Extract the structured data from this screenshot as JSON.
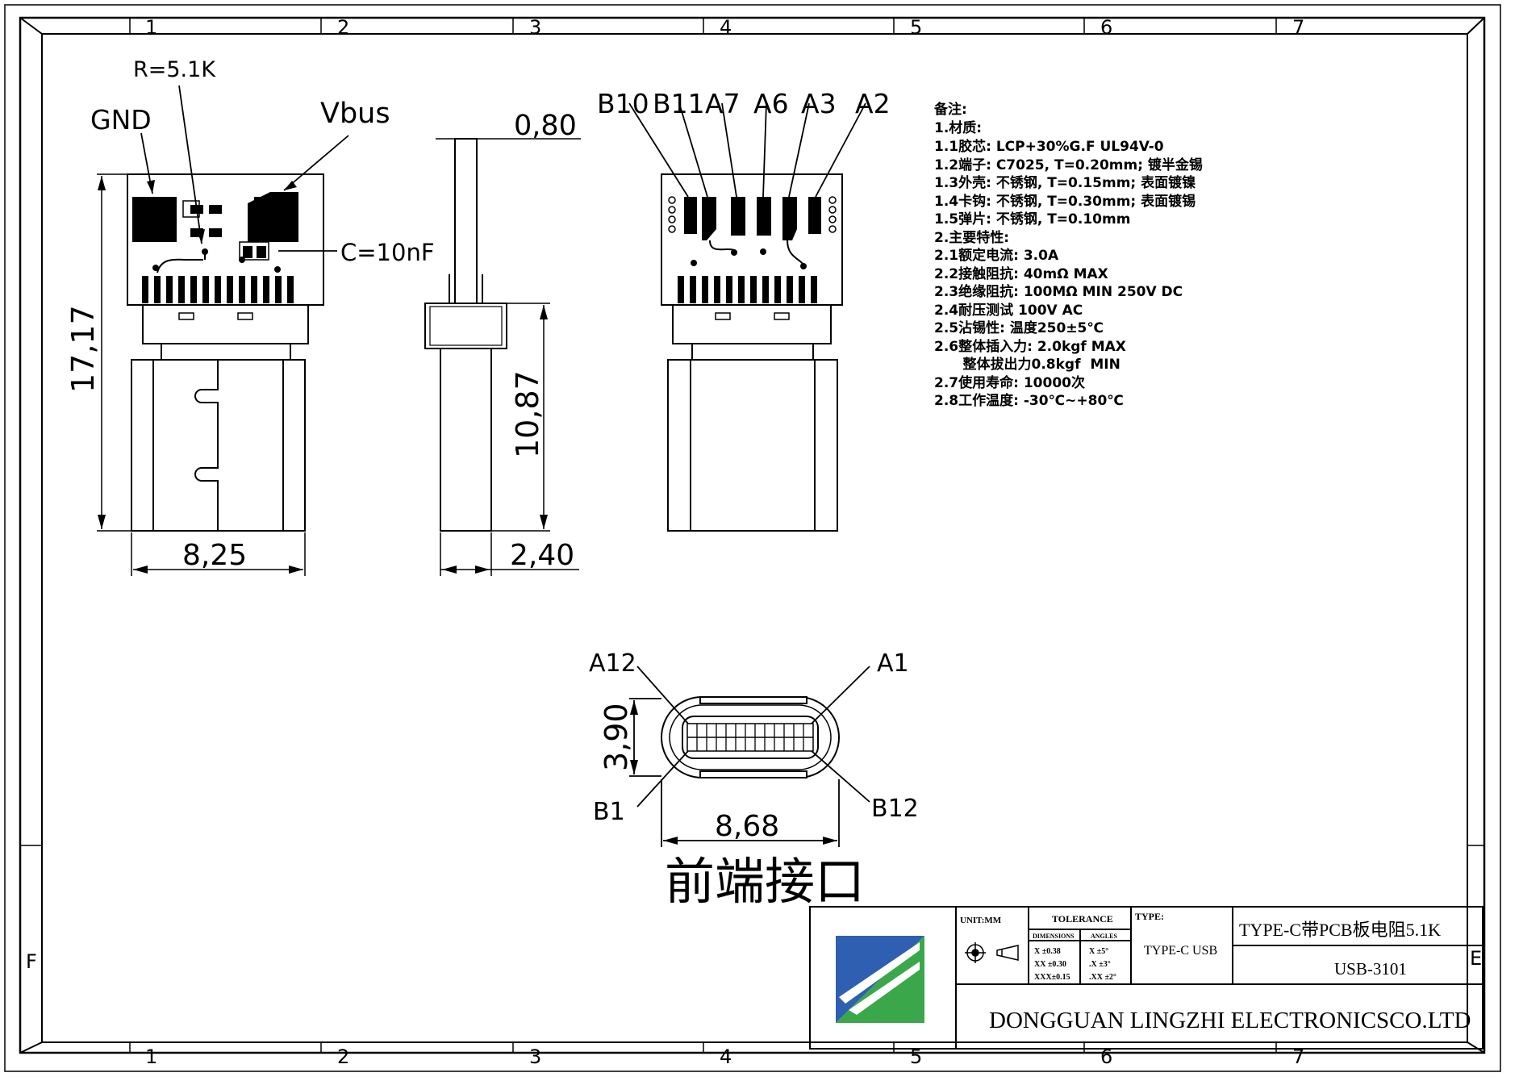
{
  "frame": {
    "zones_top": [
      "1",
      "2",
      "3",
      "4",
      "5",
      "6",
      "7"
    ],
    "zones_bottom": [
      "1",
      "2",
      "3",
      "4",
      "5",
      "6",
      "7"
    ],
    "row_left": "F",
    "row_right": "E"
  },
  "pcb_view": {
    "labels": {
      "r": "R=5.1K",
      "gnd": "GND",
      "vbus": "Vbus",
      "cap": "C=10nF"
    },
    "dims": {
      "height": "17,17",
      "width": "8,25"
    }
  },
  "side_view": {
    "dims": {
      "thickness": "0,80",
      "length": "10,87",
      "body": "2,40"
    }
  },
  "contact_view": {
    "pins": [
      "B10",
      "B11",
      "A7",
      "A6",
      "A3",
      "A2"
    ]
  },
  "front_view": {
    "labels": {
      "a12": "A12",
      "a1": "A1",
      "b1": "B1",
      "b12": "B12"
    },
    "dims": {
      "height": "3,90",
      "width": "8,68"
    },
    "caption": "前端接口"
  },
  "notes": {
    "title": "备注:",
    "lines": [
      "1.材质:",
      "1.1胶芯: LCP+30%G.F  UL94V-0",
      "1.2端子: C7025, T=0.20mm; 镀半金锡",
      "1.3外壳: 不锈钢, T=0.15mm; 表面镀镍",
      "1.4卡钩: 不锈钢, T=0.30mm; 表面镀锡",
      "1.5弹片: 不锈钢, T=0.10mm",
      "2.主要特性:",
      "2.1额定电流: 3.0A",
      "2.2接触阻抗: 40mΩ  MAX",
      "2.3绝缘阻抗: 100MΩ  MIN  250V  DC",
      "2.4耐压测试  100V  AC",
      "2.5沾锡性: 温度250±5℃",
      "2.6整体插入力: 2.0kgf  MAX",
      "      整体拔出力0.8kgf  MIN",
      "2.7使用寿命: 10000次",
      "2.8工作温度: -30℃~+80℃"
    ]
  },
  "title_block": {
    "unit": "UNIT:MM",
    "tolerance": "TOLERANCE",
    "dimensions_head": "DIMENSIONS",
    "angles_head": "ANGLES",
    "tol_rows": [
      {
        "dim": "X  ±0.38",
        "ang": "X  ±5°"
      },
      {
        "dim": "XX ±0.30",
        "ang": ".X  ±3°"
      },
      {
        "dim": "XXX±0.15",
        "ang": ".XX ±2°"
      }
    ],
    "type_label": "TYPE:",
    "type_value": "TYPE-C USB",
    "title": "TYPE-C带PCB板电阻5.1K",
    "part_no": "USB-3101",
    "company": "DONGGUAN LINGZHI ELECTRONICSCO.LTD",
    "colors": {
      "logo_blue": "#2f5fb0",
      "logo_green": "#3aa84a"
    }
  }
}
